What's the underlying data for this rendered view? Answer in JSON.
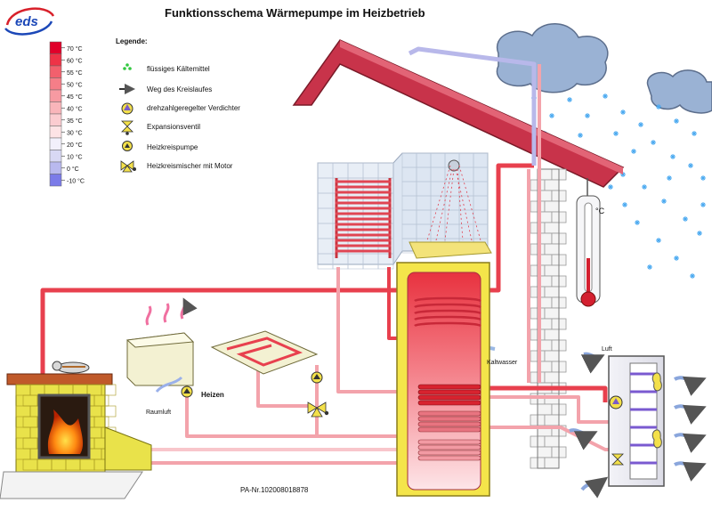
{
  "logo": {
    "text": "eds"
  },
  "title": "Funktionsschema Wärmepumpe im Heizbetrieb",
  "temperature_scale": {
    "labels": [
      "70 °C",
      "60 °C",
      "55 °C",
      "50 °C",
      "45 °C",
      "40 °C",
      "35 °C",
      "30 °C",
      "20 °C",
      "10 °C",
      "0 °C",
      "-10 °C"
    ],
    "colors": [
      "#e0002a",
      "#ee3347",
      "#f2606d",
      "#f57e88",
      "#f79aa2",
      "#f9b5ba",
      "#fbccd0",
      "#fde3e5",
      "#f2f0fb",
      "#d8d8f4",
      "#b9b9ee",
      "#7b7be8"
    ]
  },
  "legend": {
    "heading": "Legende:",
    "items": [
      {
        "icon": "refrigerant-dots-icon",
        "label": "flüssiges Kältemittel"
      },
      {
        "icon": "cycle-arrow-icon",
        "label": "Weg des Kreislaufes"
      },
      {
        "icon": "compressor-icon",
        "label": "drehzahlgeregelter Verdichter"
      },
      {
        "icon": "expansion-valve-icon",
        "label": "Expansionsventil"
      },
      {
        "icon": "pump-icon",
        "label": "Heizkreispumpe"
      },
      {
        "icon": "mixer-valve-icon",
        "label": "Heizkreismischer mit Motor"
      }
    ]
  },
  "labels": {
    "heizen": "Heizen",
    "raumluft": "Raumluft",
    "kaltwasser": "Kaltwasser",
    "luft": "Luft",
    "thermometer_unit": "°C",
    "part_number": "PA-Nr.102008018878"
  },
  "colors": {
    "hot_pipe": "#e8404e",
    "warm_pipe": "#f3a3ab",
    "cool_pipe": "#b8b8ea",
    "roof": "#c8334a",
    "storage_tank": "#f4e54a",
    "fireplace": "#e9e24a"
  }
}
